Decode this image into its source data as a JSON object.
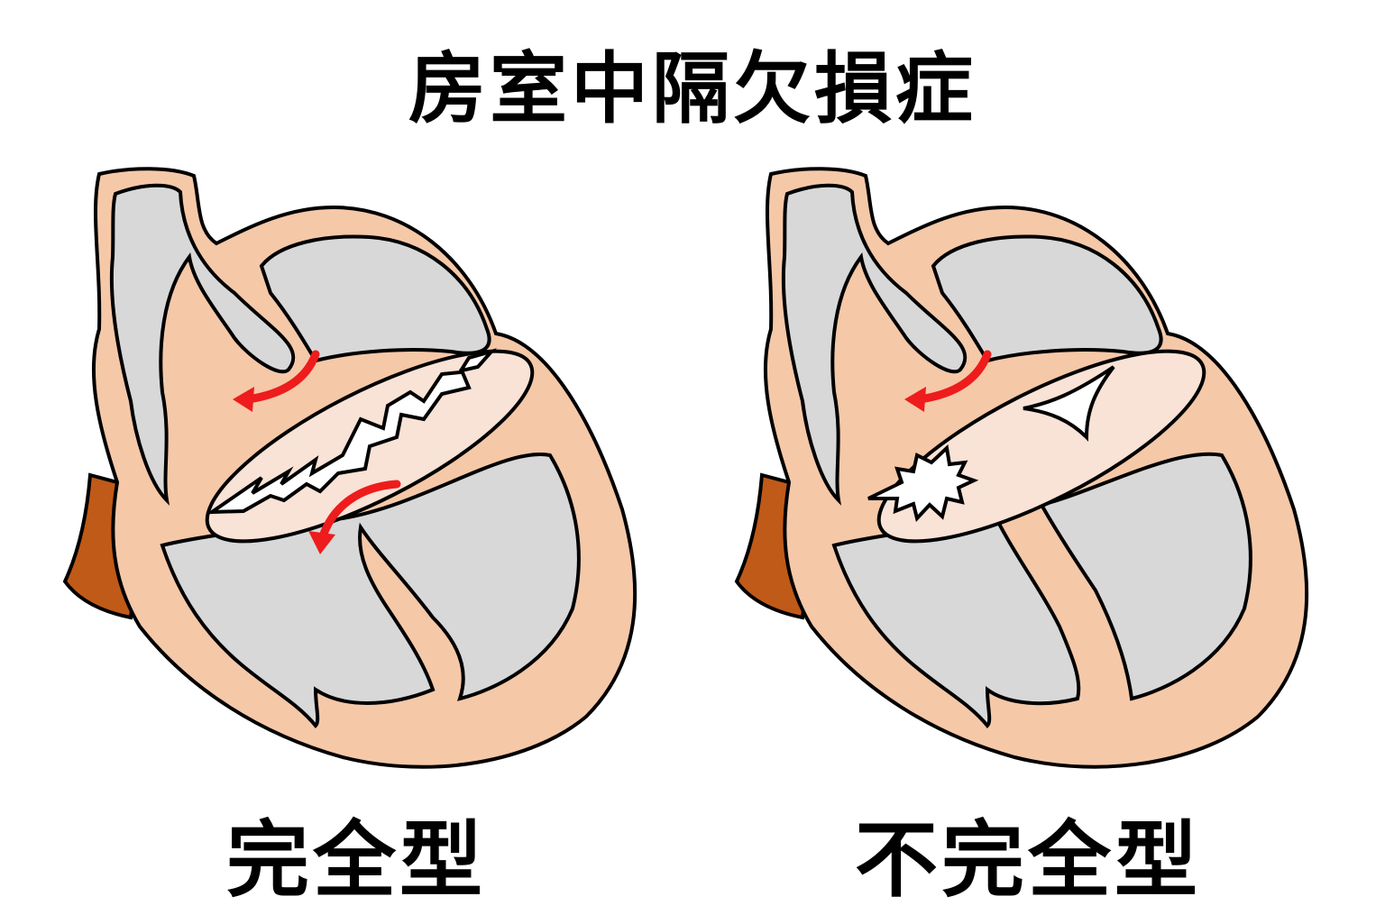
{
  "title": "房室中隔欠損症",
  "diagrams": [
    {
      "id": "complete",
      "label": "完全型"
    },
    {
      "id": "incomplete",
      "label": "不完全型"
    }
  ],
  "colors": {
    "wall": "#f5c8a8",
    "cavity": "#d8d8d8",
    "valve": "#f9e2d6",
    "vessel": "#c05a18",
    "arrow": "#ee1c1c",
    "outline": "#000000"
  }
}
